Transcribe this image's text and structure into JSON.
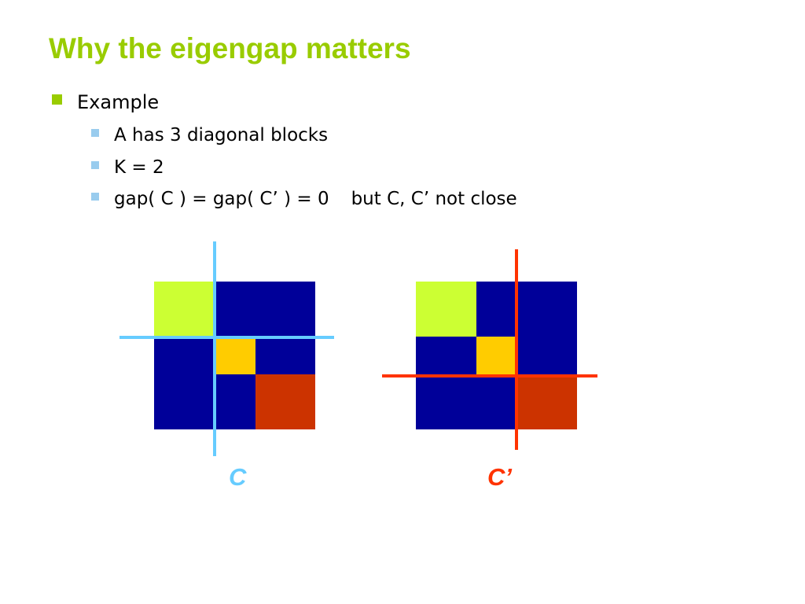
{
  "slide": {
    "title": "Why the eigengap matters",
    "bullets": {
      "level1": "Example",
      "item1": {
        "strong": "A",
        "rest": " has 3 diagonal blocks"
      },
      "item2": {
        "text": "K = 2"
      },
      "item3": {
        "part1": "gap( C ) = gap( C’ ) = 0",
        "part2": "but ",
        "part3": "C, C’",
        "part4": " not close"
      }
    }
  },
  "colors": {
    "title_green": "#99cc00",
    "bullet_green": "#99cc00",
    "sub_bullet_blue": "#99ccee",
    "block_navy": "#000099",
    "block_lime": "#ccff33",
    "block_gold": "#ffcc00",
    "block_orange_red": "#cc3300",
    "cut_light_blue": "#66ccff",
    "cut_red": "#ff3300"
  },
  "figures": {
    "left": {
      "caption": "C"
    },
    "right": {
      "caption": "C’"
    }
  }
}
